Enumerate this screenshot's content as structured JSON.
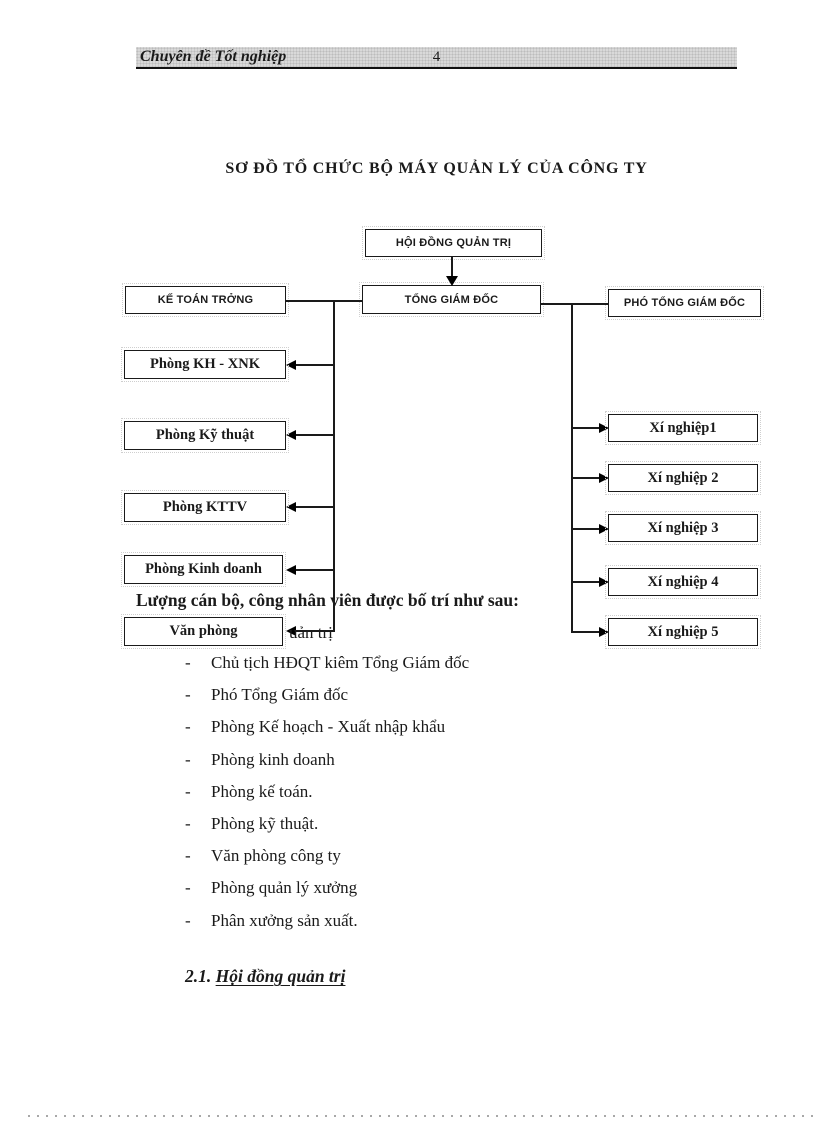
{
  "header": {
    "title": "Chuyên đề Tốt nghiệp",
    "page_number": "4"
  },
  "doc_title": "SƠ ĐỒ TỔ CHỨC BỘ MÁY QUẢN LÝ CỦA CÔNG TY",
  "chart": {
    "type": "org-diagram",
    "root": "HỘI ĐỒNG QUẢN TRỊ",
    "director": "TỔNG GIÁM ĐỐC",
    "left_head": "KẾ TOÁN TRỞNG",
    "right_head": "PHÓ TỔNG GIÁM ĐỐC",
    "left_boxes": [
      "Phòng KH - XNK",
      "Phòng Kỹ thuật",
      "Phòng KTTV",
      "Phòng Kinh doanh",
      "Văn phòng"
    ],
    "right_boxes": [
      "Xí nghiệp1",
      "Xí nghiệp 2",
      "Xí nghiệp 3",
      "Xí nghiệp 4",
      "Xí nghiệp 5"
    ]
  },
  "intro_text": "Lượng cán bộ, công nhân viên được bố trí như sau:",
  "stray_text": "uản trị",
  "list": {
    "marker": "-",
    "items": [
      "Chủ tịch HĐQT kiêm Tổng Giám đốc",
      "Phó Tổng Giám đốc",
      "Phòng Kế hoạch - Xuất nhập khẩu",
      "Phòng kinh  doanh",
      "Phòng kế toán.",
      "Phòng kỹ thuật.",
      "Văn phòng công ty",
      "Phòng quản lý xưởng",
      "Phân xưởng sản xuất."
    ]
  },
  "section_heading": {
    "number": "2.1.",
    "text": "Hội đồng quản trị "
  },
  "colors": {
    "line": "#1a1a1a",
    "header_bg": "#d9d9d9"
  }
}
